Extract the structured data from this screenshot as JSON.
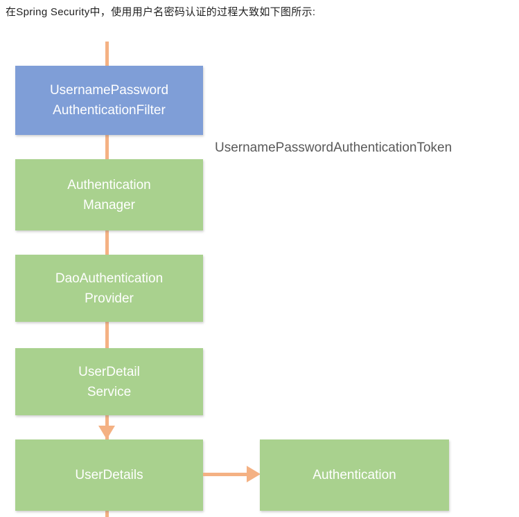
{
  "intro": {
    "text": "在Spring Security中，使用用户名密码认证的过程大致如下图所示:"
  },
  "diagram": {
    "annotation": "UsernamePasswordAuthenticationToken",
    "nodes": {
      "filter": {
        "line1": "UsernamePassword",
        "line2": "AuthenticationFilter"
      },
      "manager": {
        "line1": "Authentication",
        "line2": "Manager"
      },
      "provider": {
        "line1": "DaoAuthentication",
        "line2": "Provider"
      },
      "service": {
        "line1": "UserDetail",
        "line2": "Service"
      },
      "user_details": {
        "line1": "UserDetails"
      },
      "authentication": {
        "line1": "Authentication"
      }
    },
    "colors": {
      "filter_box": "#7F9ED7",
      "flow_box": "#A9D18E",
      "connector": "#F4B183",
      "annotation_text": "#595959",
      "box_text": "#FFFFFF"
    }
  }
}
